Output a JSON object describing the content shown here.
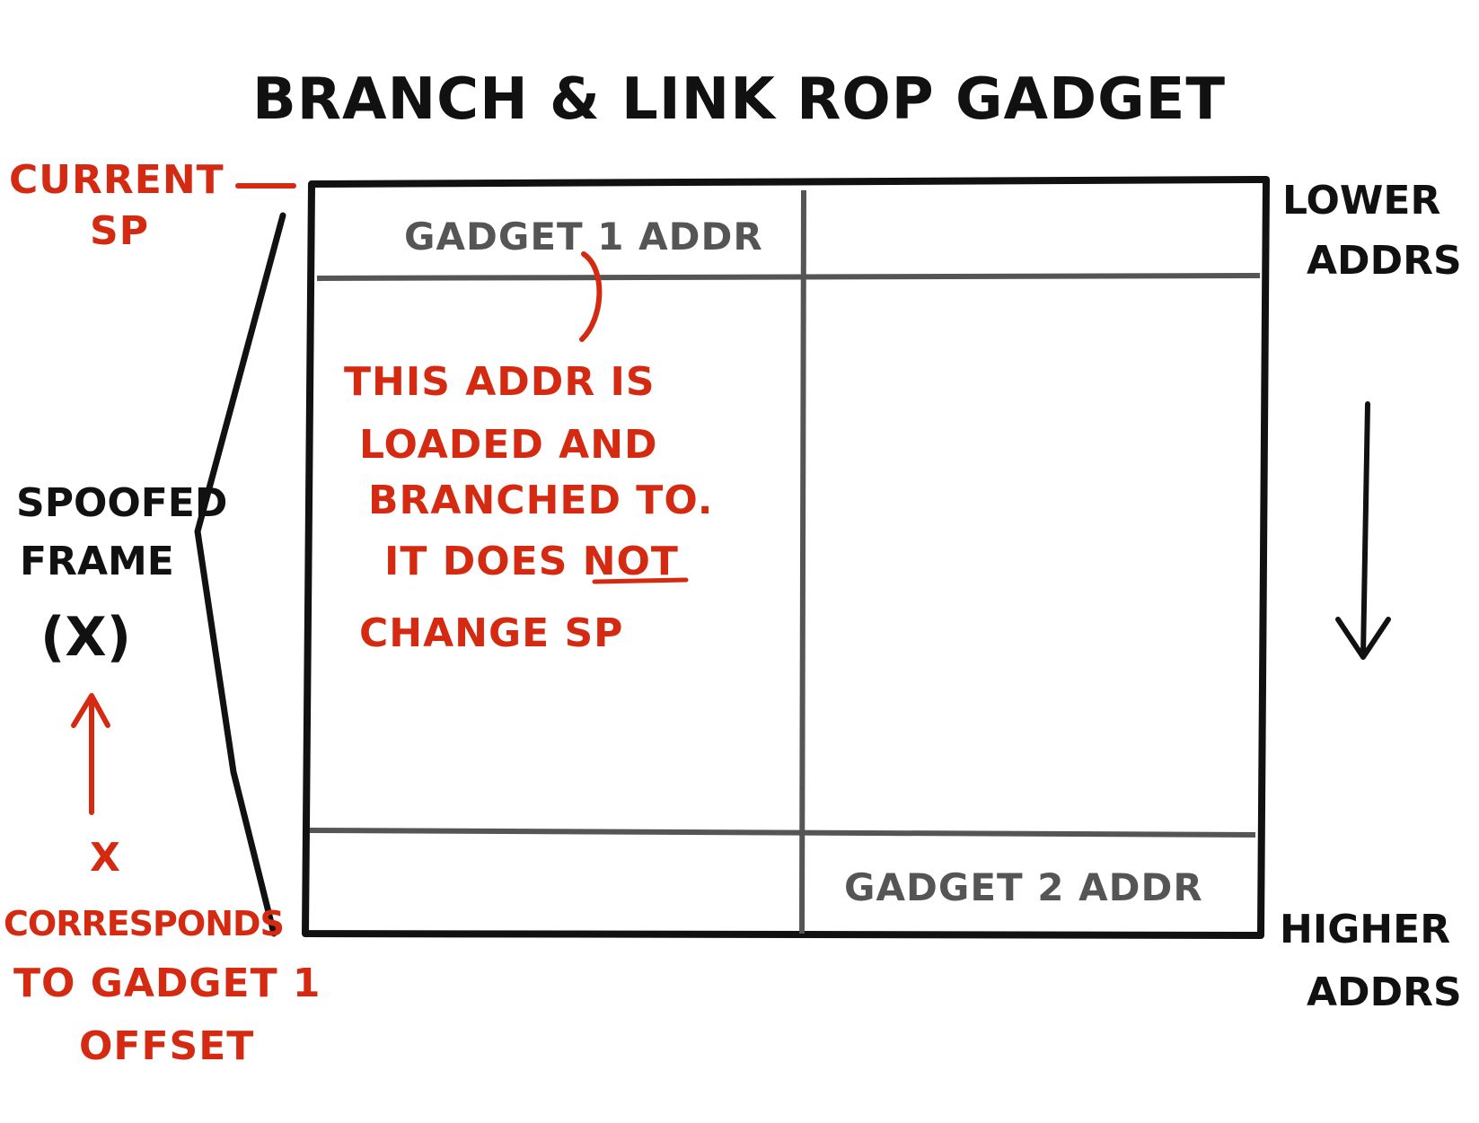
{
  "title": "BRANCH & LINK ROP GADGET",
  "current_sp": {
    "line1": "CURRENT",
    "line2": "SP"
  },
  "lower_addrs": {
    "line1": "LOWER",
    "line2": "ADDRS"
  },
  "higher_addrs": {
    "line1": "HIGHER",
    "line2": "ADDRS"
  },
  "spoofed_frame": {
    "line1": "SPOOFED",
    "line2": "FRAME",
    "line3": "(X)"
  },
  "x_note": {
    "line1": "X",
    "line2": "CORRESPONDS",
    "line3": "TO GADGET 1",
    "line4": "OFFSET"
  },
  "cells": {
    "gadget1": "GADGET 1 ADDR",
    "gadget2": "GADGET 2 ADDR"
  },
  "annotation": {
    "line1": "THIS ADDR IS",
    "line2": "LOADED AND",
    "line3": "BRANCHED TO.",
    "line4_pre": "IT DOES ",
    "line4_emph": "NOT",
    "line5": "CHANGE SP"
  },
  "colors": {
    "ink": "#111111",
    "annotation": "#d42a12",
    "grid": "#555555"
  }
}
